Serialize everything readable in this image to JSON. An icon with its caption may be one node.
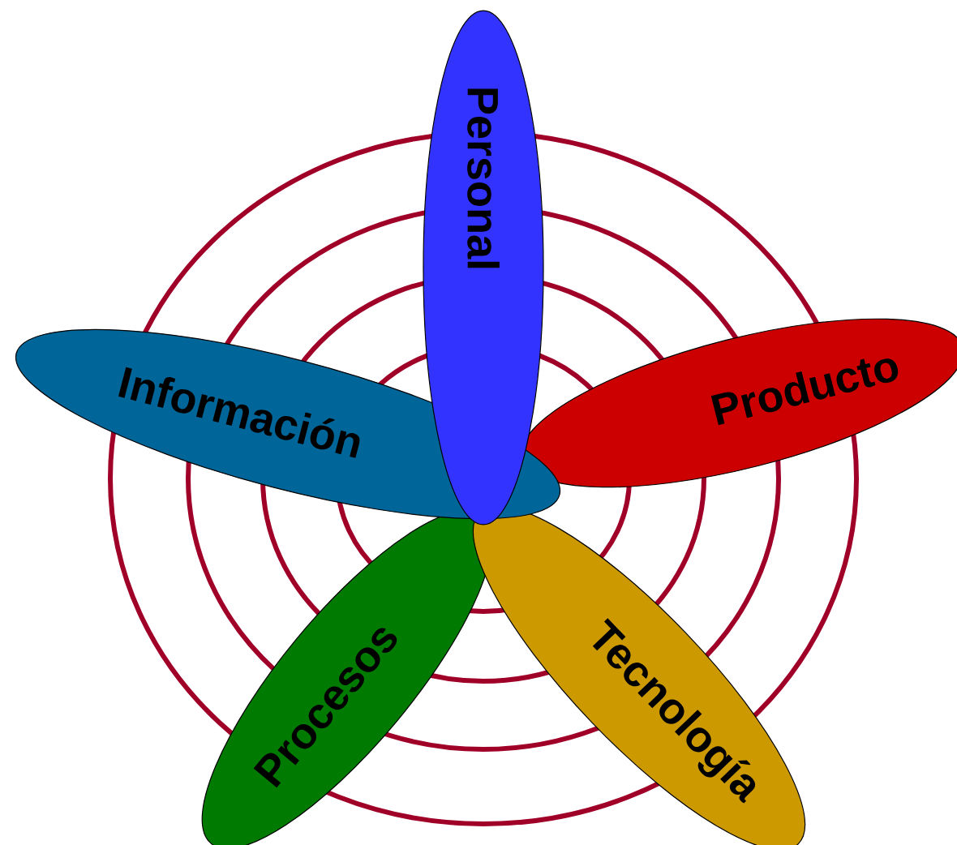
{
  "diagram": {
    "nodes": [
      {
        "text": [
          "Personal"
        ]
      },
      {
        "text": [
          "Información"
        ]
      },
      {
        "text": [
          "Producto"
        ]
      },
      {
        "text": [
          "Procesos"
        ]
      },
      {
        "text": [
          "Tecnología"
        ]
      }
    ]
  }
}
